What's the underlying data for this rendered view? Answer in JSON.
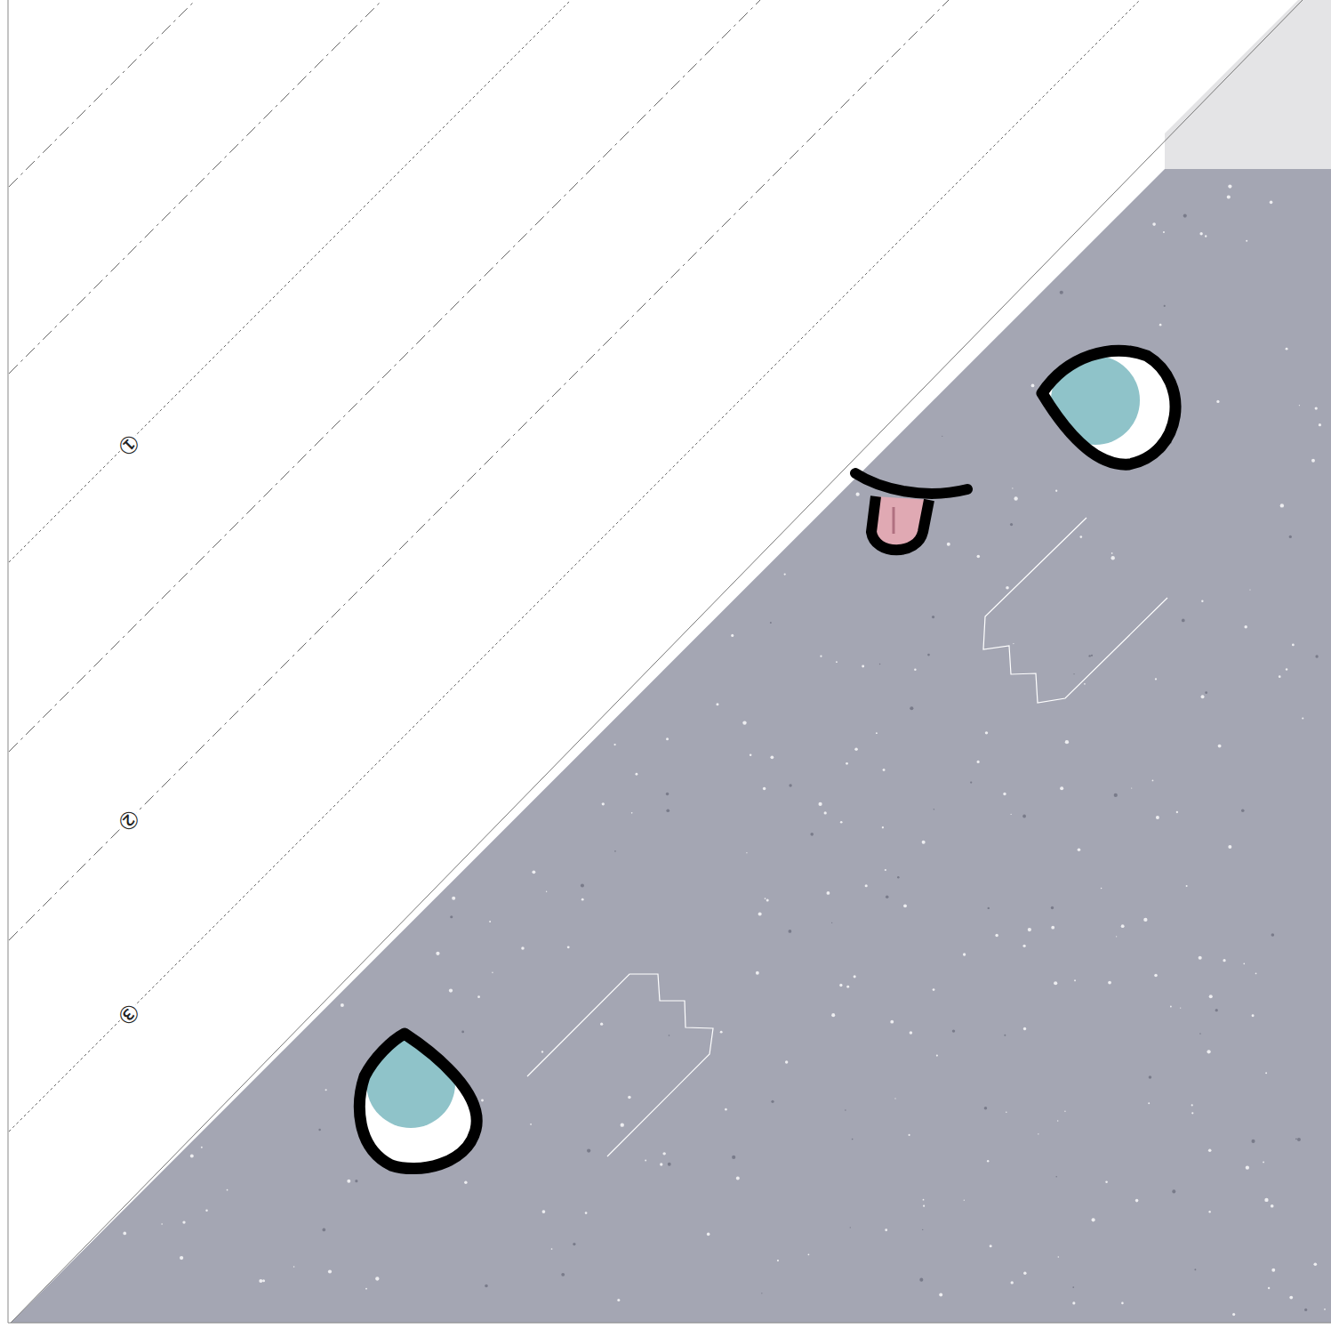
{
  "diagram": {
    "labels": [
      "①",
      "②",
      "③"
    ]
  }
}
